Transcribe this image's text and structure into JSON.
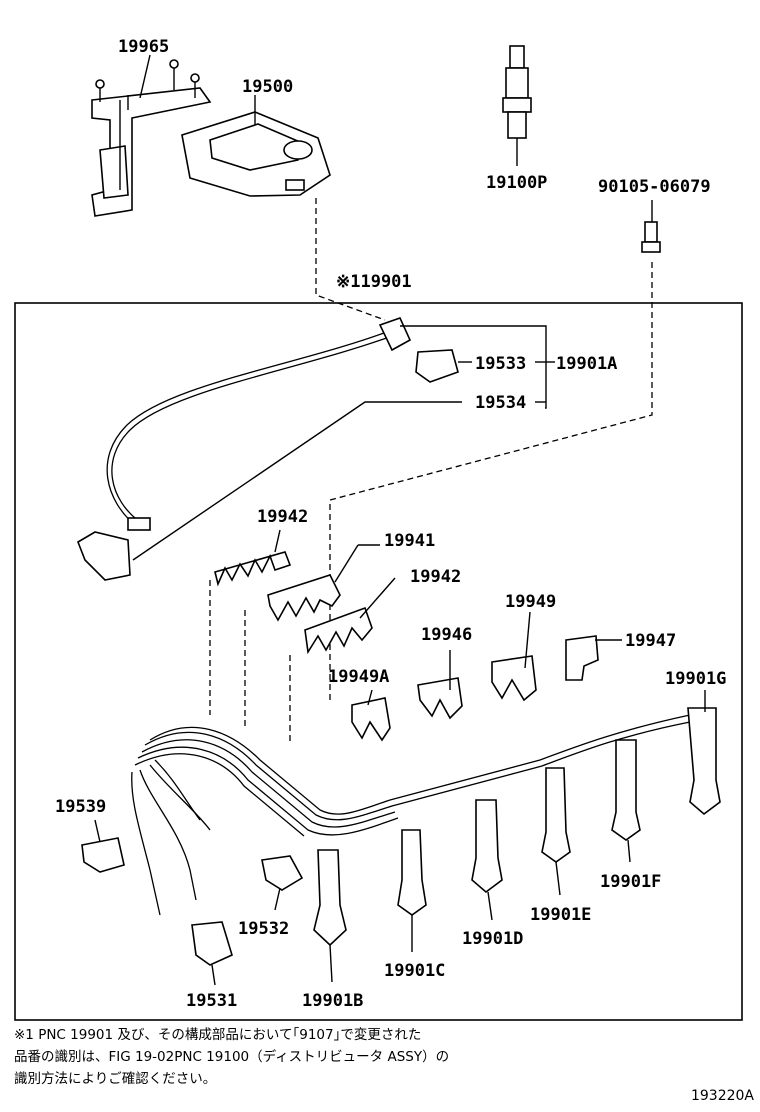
{
  "labels": {
    "p19965": "19965",
    "p19500": "19500",
    "p19100P": "19100P",
    "p90105": "90105-06079",
    "p19901": "※119901",
    "p19533": "19533",
    "p19901A": "19901A",
    "p19534": "19534",
    "p19942a": "19942",
    "p19941": "19941",
    "p19942b": "19942",
    "p19949": "19949",
    "p19946": "19946",
    "p19947": "19947",
    "p19949A": "19949A",
    "p19901G": "19901G",
    "p19539": "19539",
    "p19532": "19532",
    "p19531": "19531",
    "p19901B": "19901B",
    "p19901C": "19901C",
    "p19901D": "19901D",
    "p19901E": "19901E",
    "p19901F": "19901F"
  },
  "note": {
    "line1": "※1 PNC 19901 及び、その構成部品において｢9107｣で変更された",
    "line2": "品番の識別は、FIG 19-02PNC 19100（ディストリビュータ ASSY）の",
    "line3": "識別方法によりご確認ください。"
  },
  "figure_code": "193220A"
}
